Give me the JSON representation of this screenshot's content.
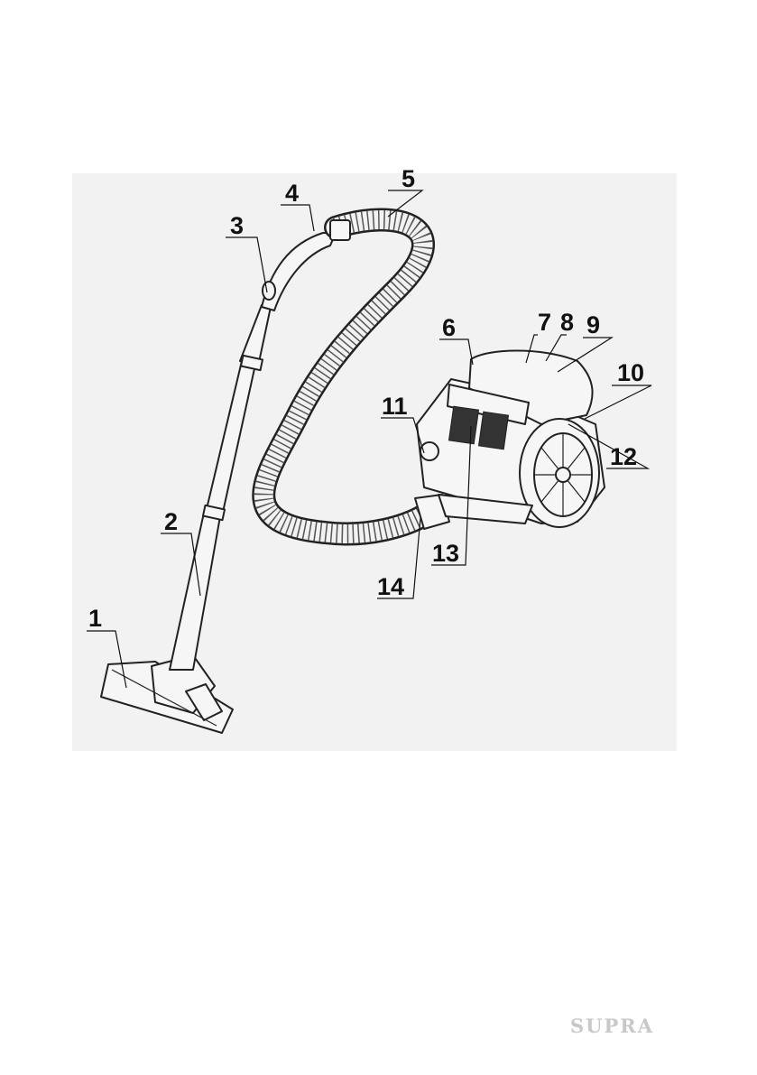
{
  "diagram": {
    "callouts": [
      {
        "id": 1,
        "label": "1"
      },
      {
        "id": 2,
        "label": "2"
      },
      {
        "id": 3,
        "label": "3"
      },
      {
        "id": 4,
        "label": "4"
      },
      {
        "id": 5,
        "label": "5"
      },
      {
        "id": 6,
        "label": "6"
      },
      {
        "id": 7,
        "label": "7"
      },
      {
        "id": 8,
        "label": "8"
      },
      {
        "id": 9,
        "label": "9"
      },
      {
        "id": 10,
        "label": "10"
      },
      {
        "id": 11,
        "label": "11"
      },
      {
        "id": 12,
        "label": "12"
      },
      {
        "id": 13,
        "label": "13"
      },
      {
        "id": 14,
        "label": "14"
      }
    ]
  },
  "brand": {
    "logo_text": "SUPRA",
    "logo_color": "#c8c8c8"
  }
}
